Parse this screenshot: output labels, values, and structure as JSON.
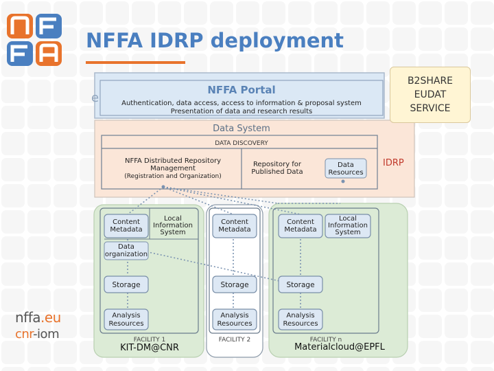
{
  "slide": {
    "title": "NFFA IDRP deployment",
    "footer_logo": {
      "line1_a": "nffa",
      "line1_b": ".eu",
      "line2_a": "cnr",
      "line2_b": "-iom"
    }
  },
  "diagram": {
    "portal": {
      "title": "NFFA Portal",
      "line1": "Authentication, data access, access to information & proposal system",
      "line2": "Presentation of data and research results"
    },
    "data_system": {
      "title": "Data System",
      "discovery": "DATA DISCOVERY",
      "repo_mgmt_l1": "NFFA Distributed Repository",
      "repo_mgmt_l2": "Management",
      "repo_mgmt_l3": "(Registration and Organization)",
      "published_l1": "Repository for",
      "published_l2": "Published Data",
      "resources_l1": "Data",
      "resources_l2": "Resources"
    },
    "idrp_label": "IDRP",
    "callout": {
      "line1": "B2SHARE",
      "line2": "EUDAT",
      "line3": "SERVICE"
    },
    "facility1": {
      "content_l1": "Content",
      "content_l2": "Metadata",
      "local_l1": "Local",
      "local_l2": "Information",
      "local_l3": "System",
      "dataorg_l1": "Data",
      "dataorg_l2": "organization",
      "storage": "Storage",
      "analysis_l1": "Analysis",
      "analysis_l2": "Resources",
      "label": "FACILITY 1",
      "overlay": "KIT-DM@CNR"
    },
    "facility2": {
      "content_l1": "Content",
      "content_l2": "Metadata",
      "storage": "Storage",
      "analysis_l1": "Analysis",
      "analysis_l2": "Resources",
      "label": "FACILITY 2"
    },
    "facilityn": {
      "content_l1": "Content",
      "content_l2": "Metadata",
      "local_l1": "Local",
      "local_l2": "Information",
      "local_l3": "System",
      "storage": "Storage",
      "analysis_l1": "Analysis",
      "analysis_l2": "Resources",
      "label": "FACILITY n",
      "overlay": "Materialcloud@EPFL"
    }
  },
  "colors": {
    "title": "#4a7fc0",
    "underline": "#e8732c",
    "portal_fill": "#dbe8f5",
    "data_system_fill": "#fbe6d8",
    "facility_fill": "#dcebd6",
    "node_fill": "#dde8f4",
    "node_stroke": "#7a8fa8",
    "callout_fill": "#fff5d4"
  }
}
